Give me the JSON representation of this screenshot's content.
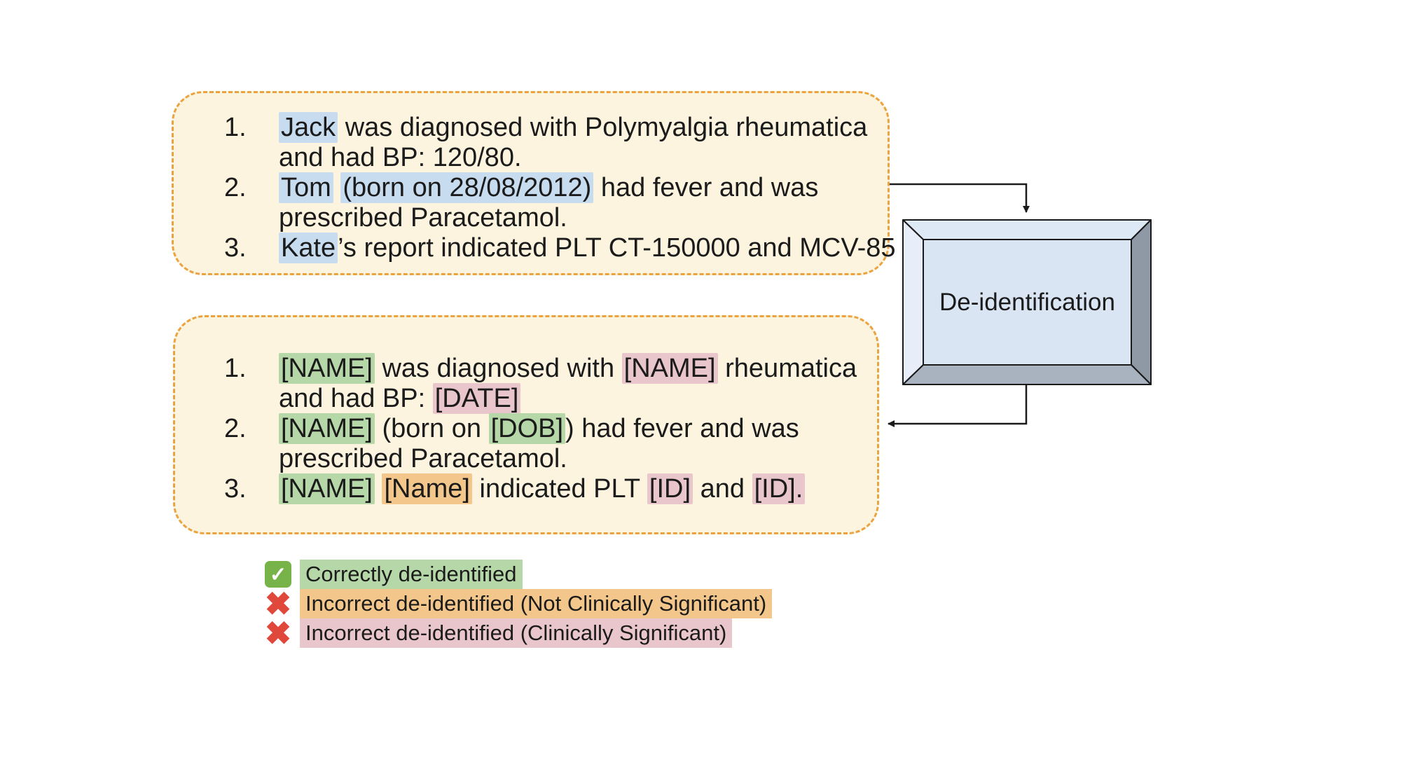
{
  "colors": {
    "box_background": "#FCF4DE",
    "box_border": "#EBA33F",
    "highlight_blue": "#C8DCF0",
    "highlight_green": "#B6D7A8",
    "highlight_orange": "#F3C78C",
    "highlight_pink": "#E9C5CC",
    "check_icon_green": "#77B349",
    "cross_icon_red": "#E0483C",
    "process_box_face": "#D9E5F3",
    "process_box_top_bevel": "#DEE9F6",
    "process_box_left_bevel": "#E7EEF9",
    "process_box_right_bevel": "#8F99A6",
    "process_box_bottom_bevel": "#A9B3BF",
    "arrow_color": "#1a1a1a",
    "text_color": "#1b1b1b"
  },
  "icons": {
    "check": "✓",
    "cross": "✖"
  },
  "source_box": {
    "items": [
      {
        "number": "1.",
        "lines": [
          [
            {
              "text": "Jack",
              "hl": "blue"
            },
            {
              "text": " was diagnosed with Polymyalgia rheumatica",
              "hl": null
            }
          ],
          [
            {
              "text": "and had BP: 120/80.",
              "hl": null
            }
          ]
        ]
      },
      {
        "number": "2.",
        "lines": [
          [
            {
              "text": "Tom",
              "hl": "blue"
            },
            {
              "text": " ",
              "hl": null
            },
            {
              "text": "(born on 28/08/2012)",
              "hl": "blue"
            },
            {
              "text": " had fever and was",
              "hl": null
            }
          ],
          [
            {
              "text": "prescribed Paracetamol.",
              "hl": null
            }
          ]
        ]
      },
      {
        "number": "3.",
        "lines": [
          [
            {
              "text": "Kate",
              "hl": "blue"
            },
            {
              "text": "’s report indicated PLT CT-150000 and MCV-85",
              "hl": null
            }
          ]
        ]
      }
    ]
  },
  "process_box": {
    "label": "De-identification"
  },
  "output_box": {
    "items": [
      {
        "number": "1.",
        "lines": [
          [
            {
              "text": "[NAME]",
              "hl": "green"
            },
            {
              "text": " was diagnosed with ",
              "hl": null
            },
            {
              "text": "[NAME]",
              "hl": "pink"
            },
            {
              "text": " rheumatica",
              "hl": null
            }
          ],
          [
            {
              "text": "and had BP: ",
              "hl": null
            },
            {
              "text": "[DATE]",
              "hl": "pink"
            }
          ]
        ]
      },
      {
        "number": "2.",
        "lines": [
          [
            {
              "text": "[NAME]",
              "hl": "green"
            },
            {
              "text": " (born on ",
              "hl": null
            },
            {
              "text": "[DOB]",
              "hl": "green"
            },
            {
              "text": ") had fever and was",
              "hl": null
            }
          ],
          [
            {
              "text": "prescribed Paracetamol.",
              "hl": null
            }
          ]
        ]
      },
      {
        "number": "3.",
        "lines": [
          [
            {
              "text": "[NAME]",
              "hl": "green"
            },
            {
              "text": " ",
              "hl": null
            },
            {
              "text": "[Name]",
              "hl": "orange"
            },
            {
              "text": " indicated PLT ",
              "hl": null
            },
            {
              "text": "[ID]",
              "hl": "pink"
            },
            {
              "text": " and ",
              "hl": null
            },
            {
              "text": "[ID].",
              "hl": "pink"
            }
          ]
        ]
      }
    ]
  },
  "legend": {
    "items": [
      {
        "icon": "check",
        "label": "Correctly de-identified",
        "hl": "green"
      },
      {
        "icon": "cross",
        "label": "Incorrect de-identified (Not Clinically Significant)",
        "hl": "orange"
      },
      {
        "icon": "cross",
        "label": "Incorrect de-identified (Clinically Significant)",
        "hl": "pink"
      }
    ]
  }
}
